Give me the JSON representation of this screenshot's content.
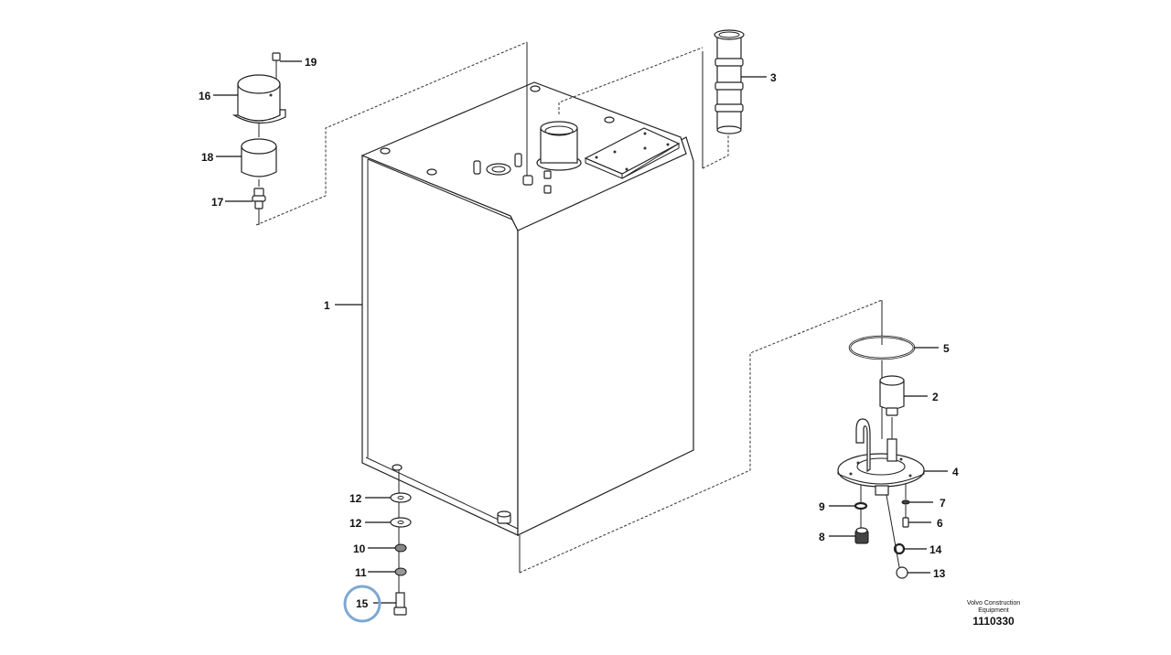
{
  "diagram": {
    "type": "exploded parts diagram",
    "subject": "tank assembly",
    "highlighted_callout": "15",
    "highlight_color": "#7fa7d4",
    "callouts": [
      {
        "id": "c1",
        "label": "1",
        "part": "tank"
      },
      {
        "id": "c2",
        "label": "2",
        "part": "sensor"
      },
      {
        "id": "c3",
        "label": "3",
        "part": "filler strainer"
      },
      {
        "id": "c4",
        "label": "4",
        "part": "suction pipe flange"
      },
      {
        "id": "c5",
        "label": "5",
        "part": "o-ring"
      },
      {
        "id": "c6",
        "label": "6",
        "part": "screw"
      },
      {
        "id": "c7",
        "label": "7",
        "part": "washer"
      },
      {
        "id": "c8",
        "label": "8",
        "part": "drain plug"
      },
      {
        "id": "c9",
        "label": "9",
        "part": "o-ring"
      },
      {
        "id": "c10",
        "label": "10",
        "part": "washer"
      },
      {
        "id": "c11",
        "label": "11",
        "part": "nut"
      },
      {
        "id": "c12a",
        "label": "12",
        "part": "shim"
      },
      {
        "id": "c12b",
        "label": "12",
        "part": "shim"
      },
      {
        "id": "c13",
        "label": "13",
        "part": "plug"
      },
      {
        "id": "c14",
        "label": "14",
        "part": "o-ring"
      },
      {
        "id": "c15",
        "label": "15",
        "part": "bolt"
      },
      {
        "id": "c16",
        "label": "16",
        "part": "cover"
      },
      {
        "id": "c17",
        "label": "17",
        "part": "nipple"
      },
      {
        "id": "c18",
        "label": "18",
        "part": "breather filter"
      },
      {
        "id": "c19",
        "label": "19",
        "part": "screw"
      }
    ]
  },
  "credit": {
    "line1": "Volvo Construction",
    "line2": "Equipment",
    "doc_number": "1110330"
  }
}
